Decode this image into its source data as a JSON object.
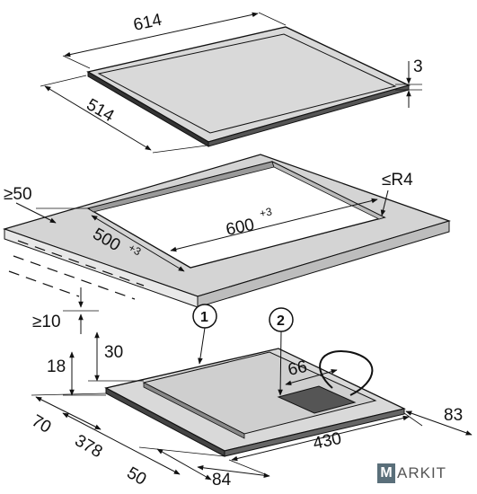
{
  "dimensions": {
    "width_614": "614",
    "depth_514": "514",
    "thickness_3": "3",
    "edge_min_50": "≥50",
    "radius": "≤R4",
    "cutout_width": "600",
    "cutout_width_tol": "+3",
    "cutout_depth": "500",
    "cutout_depth_tol": "+3",
    "worktop_min_10": "≥10",
    "height_30": "30",
    "height_18": "18",
    "dim_66": "66",
    "dim_70": "70",
    "dim_378": "378",
    "dim_430": "430",
    "dim_83": "83",
    "dim_50_bottom": "50",
    "dim_84": "84"
  },
  "callouts": {
    "one": "1",
    "two": "2"
  },
  "logo": {
    "mark": "M",
    "rest": "ARKIT"
  }
}
